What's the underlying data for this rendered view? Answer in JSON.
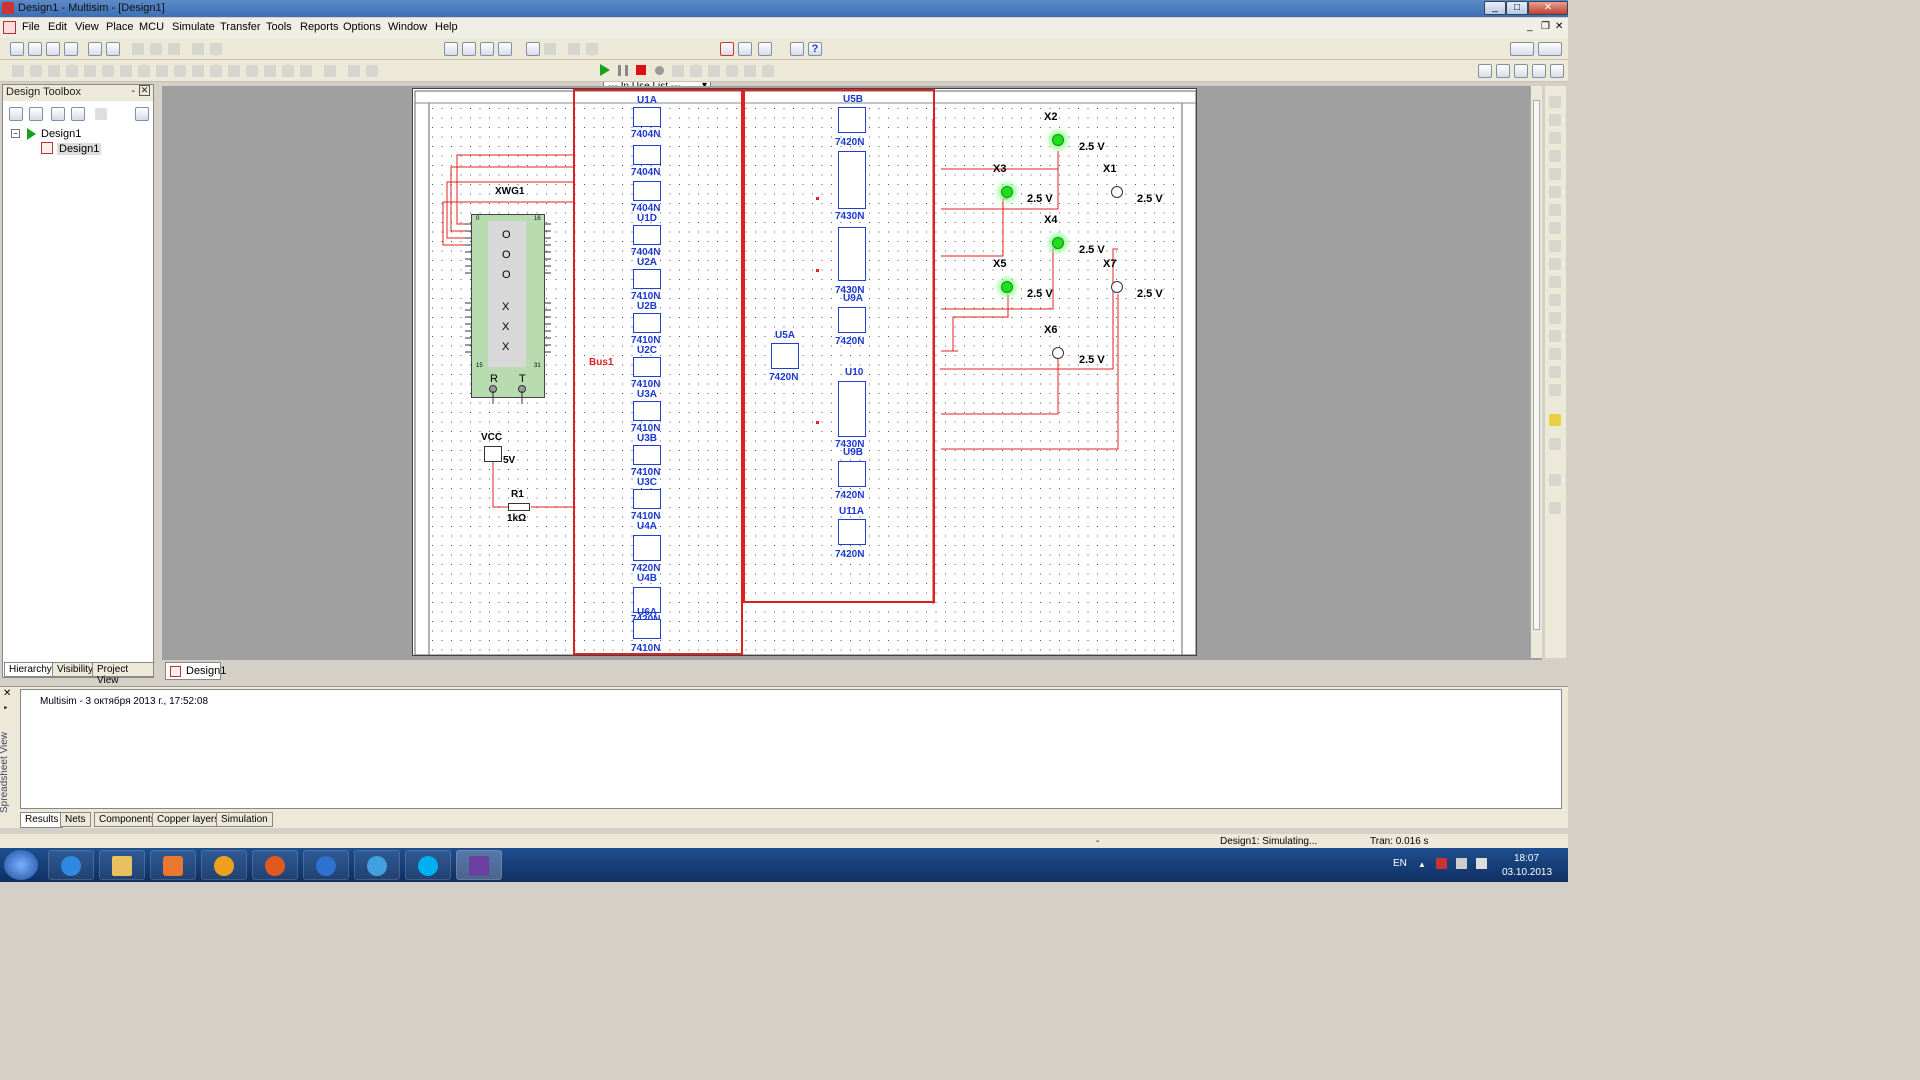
{
  "window": {
    "title": "Design1 - Multisim - [Design1]",
    "min": "_",
    "max": "□",
    "close": "✕",
    "mdi_min": "_",
    "mdi_max": "❐",
    "mdi_close": "✕"
  },
  "menu": [
    "File",
    "Edit",
    "View",
    "Place",
    "MCU",
    "Simulate",
    "Transfer",
    "Tools",
    "Reports",
    "Options",
    "Window",
    "Help"
  ],
  "toolbar": {
    "in_use_list": "--- In Use List ---"
  },
  "toolbox": {
    "title": "Design Toolbox",
    "root": "Design1",
    "child": "Design1",
    "tabs": [
      "Hierarchy",
      "Visibility",
      "Project View"
    ]
  },
  "sheet_tab": "Design1",
  "schematic": {
    "xwg": {
      "name": "XWG1",
      "letters": [
        "O",
        "O",
        "O",
        "X",
        "X",
        "X"
      ],
      "r": "R",
      "t": "T",
      "pin_left": "0",
      "pin_right": "16",
      "pin_bl": "15",
      "pin_br": "31"
    },
    "vcc": {
      "name": "VCC",
      "value": "5V"
    },
    "r1": {
      "name": "R1",
      "value": "1kΩ"
    },
    "bus": "Bus1",
    "gates_col1": [
      {
        "name": "U1A",
        "part": "7404N"
      },
      {
        "name": "",
        "part": "7404N"
      },
      {
        "name": "",
        "part": "7404N"
      },
      {
        "name": "U1D",
        "part": "7404N"
      },
      {
        "name": "U2A",
        "part": "7410N"
      },
      {
        "name": "U2B",
        "part": "7410N"
      },
      {
        "name": "U2C",
        "part": "7410N"
      },
      {
        "name": "U3A",
        "part": "7410N"
      },
      {
        "name": "U3B",
        "part": "7410N"
      },
      {
        "name": "U3C",
        "part": "7410N"
      },
      {
        "name": "U4A",
        "part": "7420N"
      },
      {
        "name": "U4B",
        "part": "7420N"
      },
      {
        "name": "U6A",
        "part": "7410N"
      }
    ],
    "gates_col2": [
      {
        "name": "U5B",
        "part": "7420N"
      },
      {
        "name": "",
        "part": "7430N"
      },
      {
        "name": "",
        "part": "7430N"
      },
      {
        "name": "U9A",
        "part": "7420N"
      },
      {
        "name": "U10",
        "part": "7430N"
      },
      {
        "name": "U9B",
        "part": "7420N"
      },
      {
        "name": "U11A",
        "part": "7420N"
      }
    ],
    "u5a": {
      "name": "U5A",
      "part": "7420N"
    },
    "probes": [
      {
        "name": "X2",
        "value": "2.5 V",
        "on": true
      },
      {
        "name": "X3",
        "value": "2.5 V",
        "on": true
      },
      {
        "name": "X1",
        "value": "2.5 V",
        "on": false
      },
      {
        "name": "X4",
        "value": "2.5 V",
        "on": true
      },
      {
        "name": "X5",
        "value": "2.5 V",
        "on": true
      },
      {
        "name": "X7",
        "value": "2.5 V",
        "on": false
      },
      {
        "name": "X6",
        "value": "2.5 V",
        "on": false
      }
    ]
  },
  "spreadsheet": {
    "side_label": "Spreadsheet View",
    "log": "Multisim  -  3 октября 2013 г., 17:52:08",
    "tabs": [
      "Results",
      "Nets",
      "Components",
      "Copper layers",
      "Simulation"
    ]
  },
  "status": {
    "dash": "-",
    "state": "Design1: Simulating...",
    "tran": "Tran: 0.016 s"
  },
  "taskbar": {
    "lang": "EN",
    "time": "18:07",
    "date": "03.10.2013"
  },
  "colors": {
    "wire": "#e02020",
    "component": "#1a3ad0",
    "probe_on": "#1de01d",
    "board": "#b8dcb0"
  }
}
